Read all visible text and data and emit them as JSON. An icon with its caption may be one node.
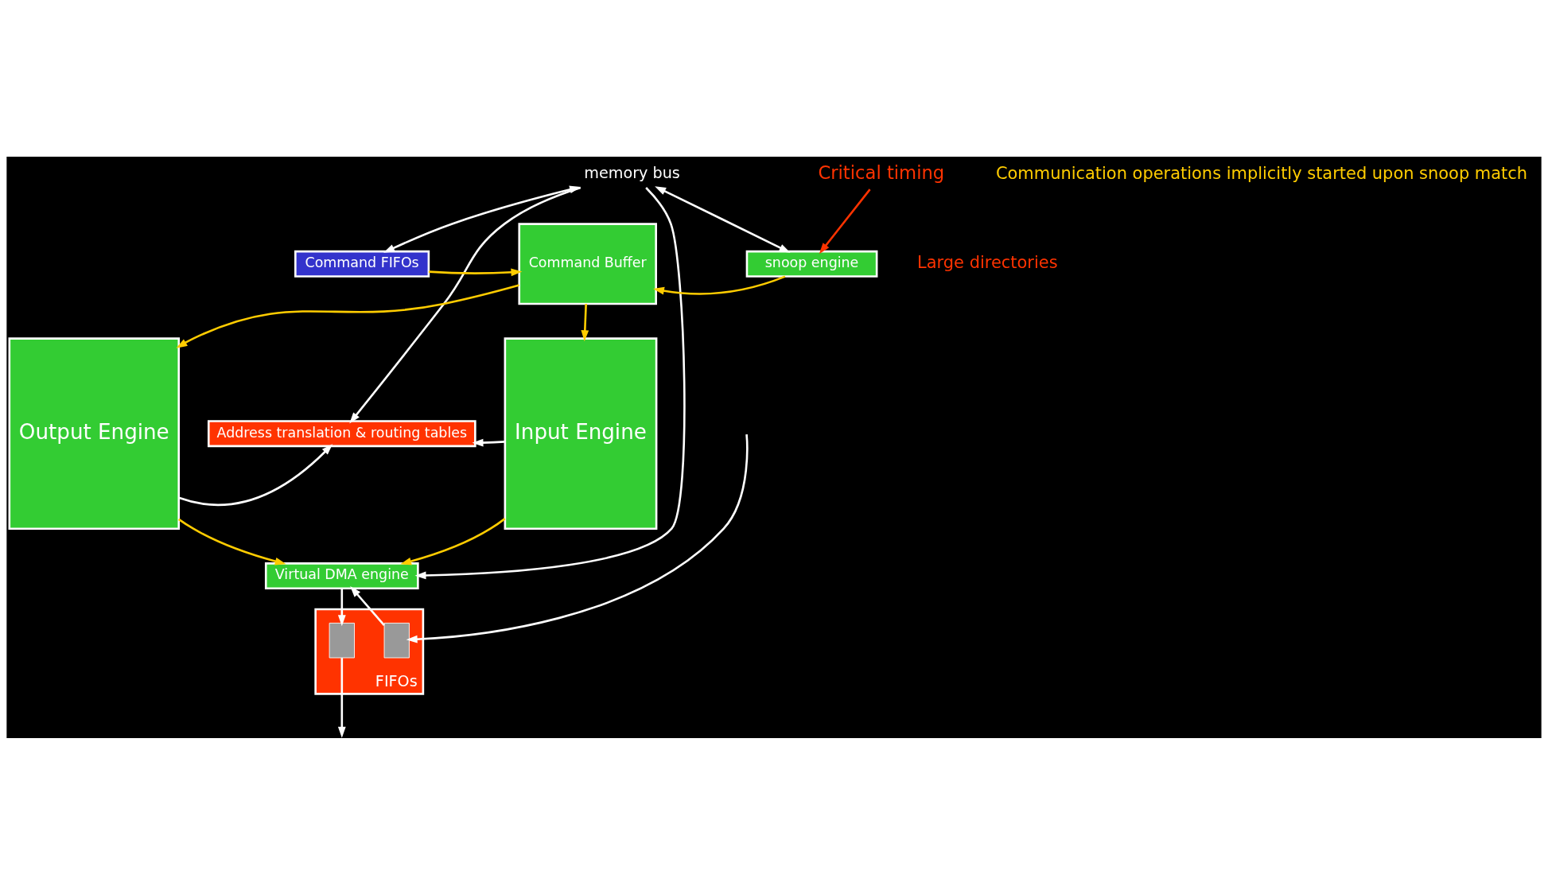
{
  "diagram": {
    "nodes": [
      {
        "text": [
          "memory bus"
        ]
      },
      {
        "text": [
          "Command FIFOs"
        ]
      },
      {
        "text": [
          "Command Buffer"
        ]
      },
      {
        "text": [
          "snoop engine"
        ]
      },
      {
        "text": [
          "Output Engine"
        ]
      },
      {
        "text": [
          "Address translation & routing tables"
        ]
      },
      {
        "text": [
          "Input Engine"
        ]
      },
      {
        "text": [
          "Virtual DMA engine"
        ]
      },
      {
        "text": [
          "FIFOs"
        ]
      },
      {
        "text": [],
        "shape": "box",
        "in": 8
      },
      {
        "text": [],
        "shape": "box",
        "in": 8
      },
      {
        "text": [
          "Critical timing"
        ]
      }
    ],
    "edges": [
      {
        "from": 0,
        "to": 1,
        "arrow": "both"
      },
      {
        "from": 0,
        "to": 3,
        "arrow": "both"
      },
      {
        "from": 1,
        "to": 2,
        "arrow": "to",
        "color": "#ffcc00"
      },
      {
        "from": 3,
        "to": 2,
        "arrow": "to",
        "color": "#ffcc00"
      },
      {
        "from": 2,
        "to": 4,
        "arrow": "to",
        "color": "#ffcc00"
      },
      {
        "from": 2,
        "to": 6,
        "arrow": "to",
        "color": "#ffcc00"
      },
      {
        "from": 0,
        "to": 5,
        "arrow": "to"
      },
      {
        "from": 4,
        "to": 5,
        "arrow": "to"
      },
      {
        "from": 6,
        "to": 5,
        "arrow": "to"
      },
      {
        "from": 0,
        "to": 7,
        "arrow": "to"
      },
      {
        "from": 4,
        "to": 7,
        "arrow": "to",
        "color": "#ffcc00"
      },
      {
        "from": 6,
        "to": 7,
        "arrow": "to",
        "color": "#ffcc00"
      },
      {
        "from": 7,
        "to": 9,
        "arrow": "to"
      },
      {
        "from": 9,
        "to": null,
        "arrow": "to"
      },
      {
        "from": null,
        "to": 10,
        "arrow": "to"
      },
      {
        "from": 10,
        "to": 7,
        "arrow": "to"
      },
      {
        "from": 11,
        "to": 3,
        "arrow": "to",
        "color": "#ff3300"
      }
    ],
    "labels": [
      "Large directories",
      "Communication operations implicitly started upon snoop match"
    ]
  }
}
